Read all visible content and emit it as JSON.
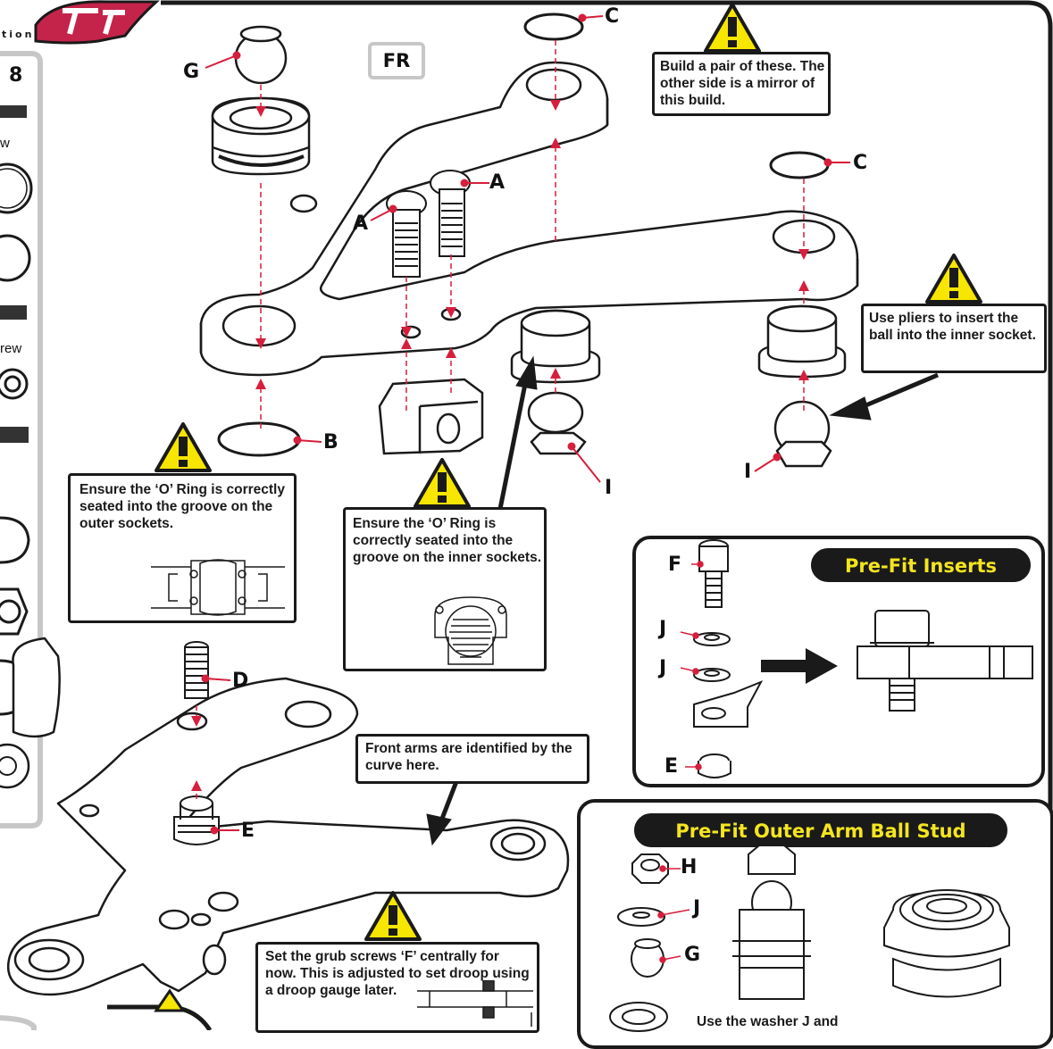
{
  "colors": {
    "accent": "#d61f3c",
    "warning": "#f7e600",
    "outline": "#1a1a1a",
    "tab": "#c7c7c7",
    "logo": "#c4234a"
  },
  "header": {
    "logo_suffix": "tion",
    "direction_badge": "FR"
  },
  "parts_sidebar": {
    "step_number": "8",
    "labels": [
      "w",
      "rew"
    ]
  },
  "callouts": {
    "pair_note": "Build a pair of these. The other side is a mirror of this build.",
    "pliers_note": "Use pliers to insert the ball into the inner socket.",
    "outer_oring_note": "Ensure the ‘O’ Ring is correctly seated into the groove on the outer sockets.",
    "inner_oring_note": "Ensure the ‘O’ Ring is correctly seated into the groove on the inner sockets.",
    "front_arm_note": "Front arms are identified by the curve here.",
    "grub_note": "Set the grub screws ‘F’ centrally for now. This is adjusted to set droop using a droop gauge later.",
    "washer_note": "Use the washer J and"
  },
  "part_labels": {
    "g_top": "G",
    "c_top": "C",
    "c_right": "C",
    "a_upper": "A",
    "a_lower": "A",
    "b": "B",
    "i_center": "I",
    "i_right": "I",
    "d": "D",
    "e_arm": "E",
    "f_insert": "F",
    "j_insert_1": "J",
    "j_insert_2": "J",
    "e_insert": "E",
    "h_stud": "H",
    "j_stud": "J",
    "g_stud": "G"
  },
  "panels": {
    "pre_fit_inserts": "Pre-Fit Inserts",
    "pre_fit_ball_stud": "Pre-Fit Outer Arm Ball Stud"
  }
}
